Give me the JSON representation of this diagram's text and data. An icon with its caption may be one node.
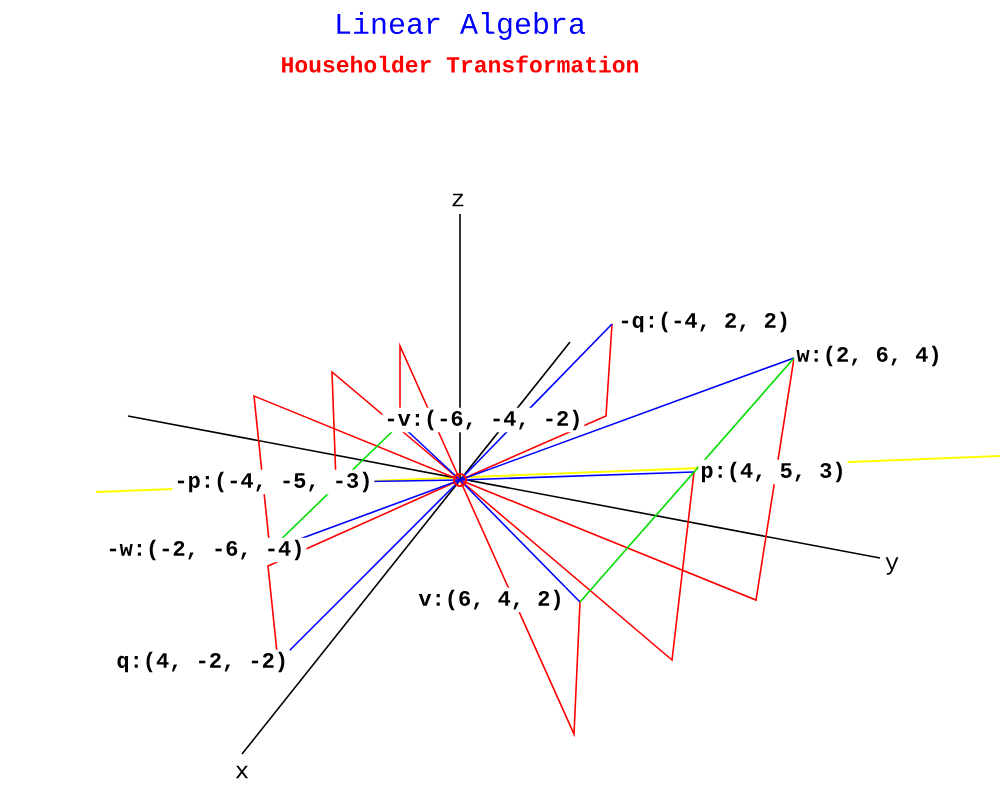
{
  "diagram": {
    "title": "Linear Algebra",
    "labels": [
      "Householder Transformation",
      "z",
      "-q:(-4, 2, 2)",
      "w:(2, 6, 4)",
      "-v:(-6, -4, -2)",
      "-p:(-4, -5, -3)",
      "p:(4, 5, 3)",
      "-w:(-2, -6, -4)",
      "y",
      "v:(6, 4, 2)",
      "q:(4, -2, -2)",
      "x"
    ]
  }
}
